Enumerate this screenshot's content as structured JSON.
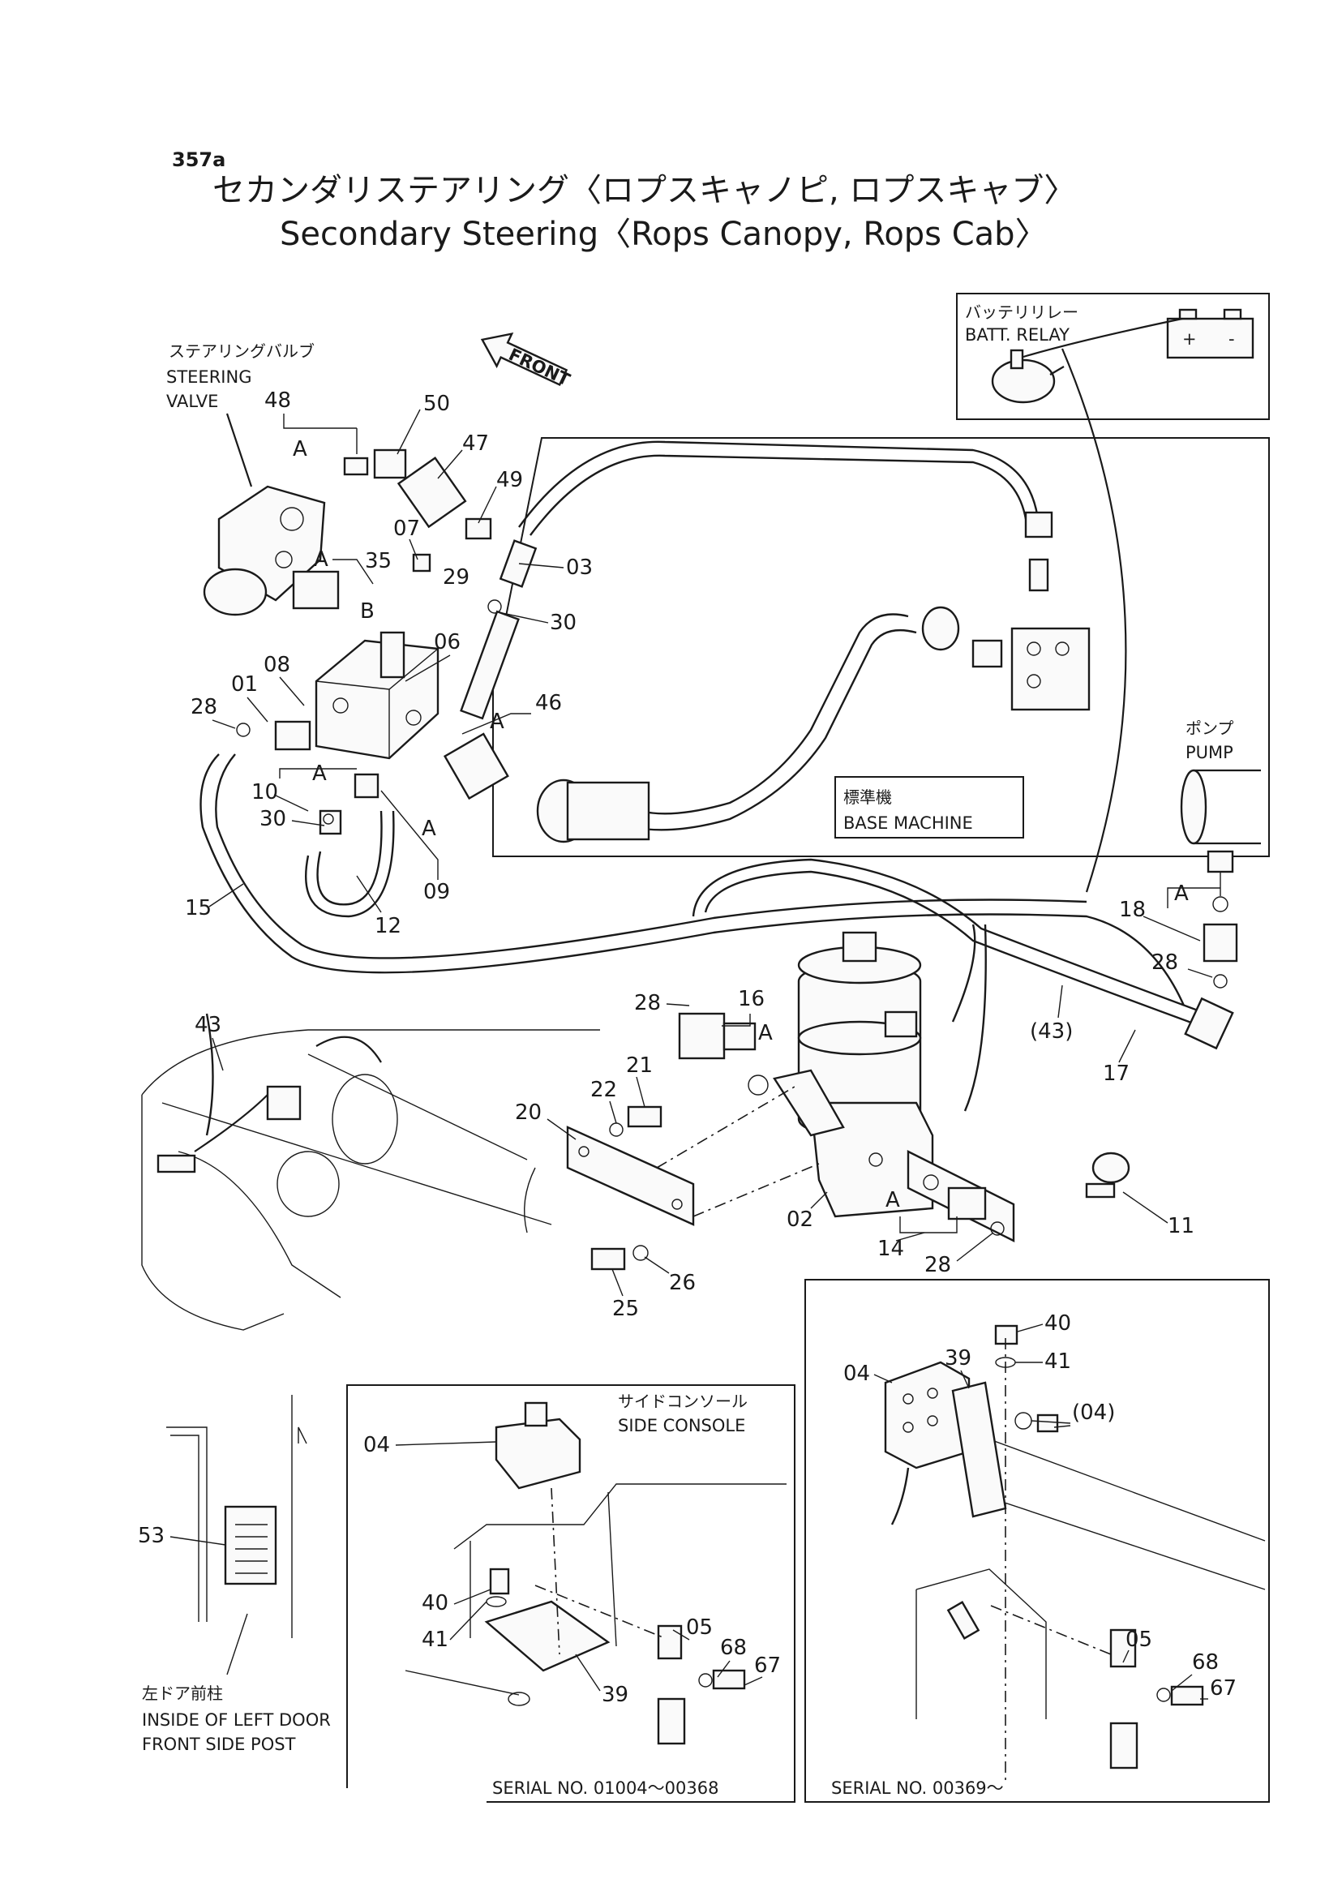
{
  "header": {
    "page_code": "357a",
    "title_jp": "セカンダリステアリング〈ロプスキャノピ, ロプスキャブ〉",
    "title_en": "Secondary Steering〈Rops Canopy, Rops Cab〉"
  },
  "labels": {
    "steering_valve_jp": "ステアリングバルブ",
    "steering_valve_1": "STEERING",
    "steering_valve_2": "VALVE",
    "front": "FRONT",
    "batt_relay_jp": "バッテリリレー",
    "batt_relay": "BATT. RELAY",
    "plus": "+",
    "minus": "-",
    "pump_jp": "ポンプ",
    "pump": "PUMP",
    "base_machine_jp": "標準機",
    "base_machine": "BASE MACHINE",
    "side_console_jp": "サイドコンソール",
    "side_console": "SIDE CONSOLE",
    "door_jp": "左ドア前柱",
    "door_1": "INSIDE OF LEFT DOOR",
    "door_2": "FRONT SIDE POST",
    "serial_left": "SERIAL NO. 01004～00368",
    "serial_right": "SERIAL NO. 00369～"
  },
  "callouts": {
    "p48": "48",
    "p50": "50",
    "p47": "47",
    "p49": "49",
    "p07": "07",
    "p29": "29",
    "p03": "03",
    "p30a": "30",
    "p35": "35",
    "pB": "B",
    "pA1": "A",
    "pA2": "A",
    "pA3": "A",
    "pA4": "A",
    "pA5": "A",
    "pA6": "A",
    "pA7": "A",
    "pA8": "A",
    "p06": "06",
    "p08": "08",
    "p01": "01",
    "p28a": "28",
    "p46": "46",
    "p10": "10",
    "p30b": "30",
    "p09": "09",
    "p12": "12",
    "p15": "15",
    "p18": "18",
    "p28b": "28",
    "p16": "16",
    "p28c": "28",
    "p43": "43",
    "p43b": "(43)",
    "p17": "17",
    "p21": "21",
    "p22": "22",
    "p20": "20",
    "p02": "02",
    "p14": "14",
    "p28d": "28",
    "p11": "11",
    "p25": "25",
    "p26": "26",
    "p40a": "40",
    "p41a": "41",
    "p04a": "04",
    "p39a": "39",
    "p04b": "(04)",
    "p05a": "05",
    "p68a": "68",
    "p67a": "67",
    "p53": "53",
    "p04c": "04",
    "p40b": "40",
    "p41b": "41",
    "p05b": "05",
    "p68b": "68",
    "p67b": "67",
    "p39b": "39"
  }
}
